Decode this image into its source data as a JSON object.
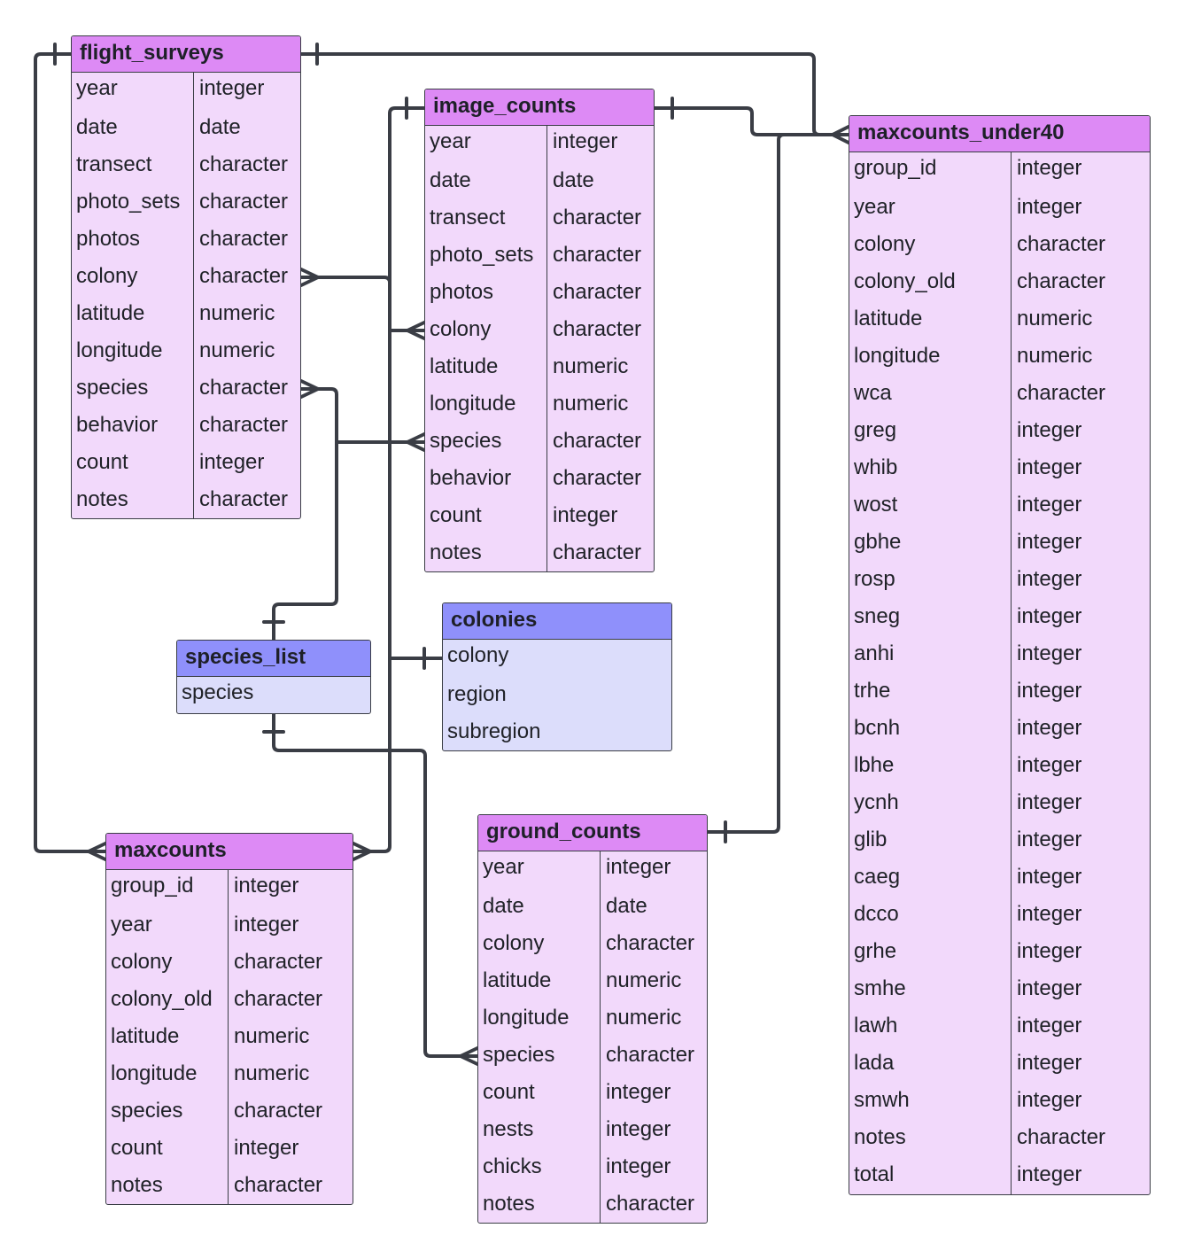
{
  "entities": {
    "flight_surveys": {
      "name": "flight_surveys",
      "fields": [
        {
          "name": "year",
          "type": "integer"
        },
        {
          "name": "date",
          "type": "date"
        },
        {
          "name": "transect",
          "type": "character"
        },
        {
          "name": "photo_sets",
          "type": "character"
        },
        {
          "name": "photos",
          "type": "character"
        },
        {
          "name": "colony",
          "type": "character"
        },
        {
          "name": "latitude",
          "type": "numeric"
        },
        {
          "name": "longitude",
          "type": "numeric"
        },
        {
          "name": "species",
          "type": "character"
        },
        {
          "name": "behavior",
          "type": "character"
        },
        {
          "name": "count",
          "type": "integer"
        },
        {
          "name": "notes",
          "type": "character"
        }
      ]
    },
    "image_counts": {
      "name": "image_counts",
      "fields": [
        {
          "name": "year",
          "type": "integer"
        },
        {
          "name": "date",
          "type": "date"
        },
        {
          "name": "transect",
          "type": "character"
        },
        {
          "name": "photo_sets",
          "type": "character"
        },
        {
          "name": "photos",
          "type": "character"
        },
        {
          "name": "colony",
          "type": "character"
        },
        {
          "name": "latitude",
          "type": "numeric"
        },
        {
          "name": "longitude",
          "type": "numeric"
        },
        {
          "name": "species",
          "type": "character"
        },
        {
          "name": "behavior",
          "type": "character"
        },
        {
          "name": "count",
          "type": "integer"
        },
        {
          "name": "notes",
          "type": "character"
        }
      ]
    },
    "maxcounts_under40": {
      "name": "maxcounts_under40",
      "fields": [
        {
          "name": "group_id",
          "type": "integer"
        },
        {
          "name": "year",
          "type": "integer"
        },
        {
          "name": "colony",
          "type": "character"
        },
        {
          "name": "colony_old",
          "type": "character"
        },
        {
          "name": "latitude",
          "type": "numeric"
        },
        {
          "name": "longitude",
          "type": "numeric"
        },
        {
          "name": "wca",
          "type": "character"
        },
        {
          "name": "greg",
          "type": "integer"
        },
        {
          "name": "whib",
          "type": "integer"
        },
        {
          "name": "wost",
          "type": "integer"
        },
        {
          "name": "gbhe",
          "type": "integer"
        },
        {
          "name": "rosp",
          "type": "integer"
        },
        {
          "name": "sneg",
          "type": "integer"
        },
        {
          "name": "anhi",
          "type": "integer"
        },
        {
          "name": "trhe",
          "type": "integer"
        },
        {
          "name": "bcnh",
          "type": "integer"
        },
        {
          "name": "lbhe",
          "type": "integer"
        },
        {
          "name": "ycnh",
          "type": "integer"
        },
        {
          "name": "glib",
          "type": "integer"
        },
        {
          "name": "caeg",
          "type": "integer"
        },
        {
          "name": "dcco",
          "type": "integer"
        },
        {
          "name": "grhe",
          "type": "integer"
        },
        {
          "name": "smhe",
          "type": "integer"
        },
        {
          "name": "lawh",
          "type": "integer"
        },
        {
          "name": "lada",
          "type": "integer"
        },
        {
          "name": "smwh",
          "type": "integer"
        },
        {
          "name": "notes",
          "type": "character"
        },
        {
          "name": "total",
          "type": "integer"
        }
      ]
    },
    "species_list": {
      "name": "species_list",
      "fields": [
        {
          "name": "species"
        }
      ]
    },
    "colonies": {
      "name": "colonies",
      "fields": [
        {
          "name": "colony"
        },
        {
          "name": "region"
        },
        {
          "name": "subregion"
        }
      ]
    },
    "maxcounts": {
      "name": "maxcounts",
      "fields": [
        {
          "name": "group_id",
          "type": "integer"
        },
        {
          "name": "year",
          "type": "integer"
        },
        {
          "name": "colony",
          "type": "character"
        },
        {
          "name": "colony_old",
          "type": "character"
        },
        {
          "name": "latitude",
          "type": "numeric"
        },
        {
          "name": "longitude",
          "type": "numeric"
        },
        {
          "name": "species",
          "type": "character"
        },
        {
          "name": "count",
          "type": "integer"
        },
        {
          "name": "notes",
          "type": "character"
        }
      ]
    },
    "ground_counts": {
      "name": "ground_counts",
      "fields": [
        {
          "name": "year",
          "type": "integer"
        },
        {
          "name": "date",
          "type": "date"
        },
        {
          "name": "colony",
          "type": "character"
        },
        {
          "name": "latitude",
          "type": "numeric"
        },
        {
          "name": "longitude",
          "type": "numeric"
        },
        {
          "name": "species",
          "type": "character"
        },
        {
          "name": "count",
          "type": "integer"
        },
        {
          "name": "nests",
          "type": "integer"
        },
        {
          "name": "chicks",
          "type": "integer"
        },
        {
          "name": "notes",
          "type": "character"
        }
      ]
    }
  },
  "relationships": [
    {
      "from": "flight_surveys",
      "to": "maxcounts_under40",
      "from_end": "one",
      "to_end": "many"
    },
    {
      "from": "flight_surveys",
      "to": "maxcounts",
      "from_end": "one",
      "to_end": "many"
    },
    {
      "from": "image_counts",
      "to": "maxcounts_under40",
      "from_end": "one",
      "to_end": "many"
    },
    {
      "from": "colonies",
      "to": "flight_surveys",
      "field": "colony",
      "from_end": "one",
      "to_end": "many"
    },
    {
      "from": "colonies",
      "to": "image_counts",
      "field": "colony",
      "from_end": "one",
      "to_end": "many"
    },
    {
      "from": "colonies",
      "to": "maxcounts",
      "field": "colony",
      "from_end": "one",
      "to_end": "many"
    },
    {
      "from": "species_list",
      "to": "flight_surveys",
      "field": "species",
      "from_end": "one",
      "to_end": "many"
    },
    {
      "from": "species_list",
      "to": "image_counts",
      "field": "species",
      "from_end": "one",
      "to_end": "many"
    },
    {
      "from": "species_list",
      "to": "ground_counts",
      "field": "species",
      "from_end": "one",
      "to_end": "many"
    },
    {
      "from": "ground_counts",
      "to": "maxcounts_under40",
      "from_end": "one",
      "to_end": "many"
    }
  ],
  "colors": {
    "header_pink": "#dd8af5",
    "body_pink": "#f2d9fb",
    "header_blue": "#8f90fb",
    "body_blue": "#dcddfb",
    "line": "#3a3d45"
  }
}
